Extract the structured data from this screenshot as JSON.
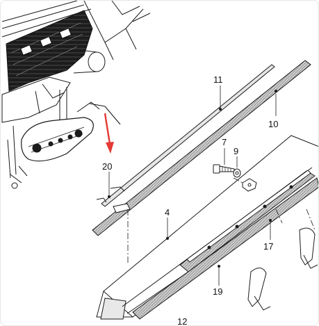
{
  "diagram": {
    "callouts": {
      "c11": "11",
      "c10": "10",
      "c7": "7",
      "c9": "9",
      "c20": "20",
      "c4": "4",
      "c17": "17",
      "c19": "19",
      "c12": "12"
    },
    "colors": {
      "ink": "#1a1a1a",
      "arrow": "#e53935",
      "hatch": "#9a9a9a",
      "machine_dark": "#111111"
    }
  }
}
